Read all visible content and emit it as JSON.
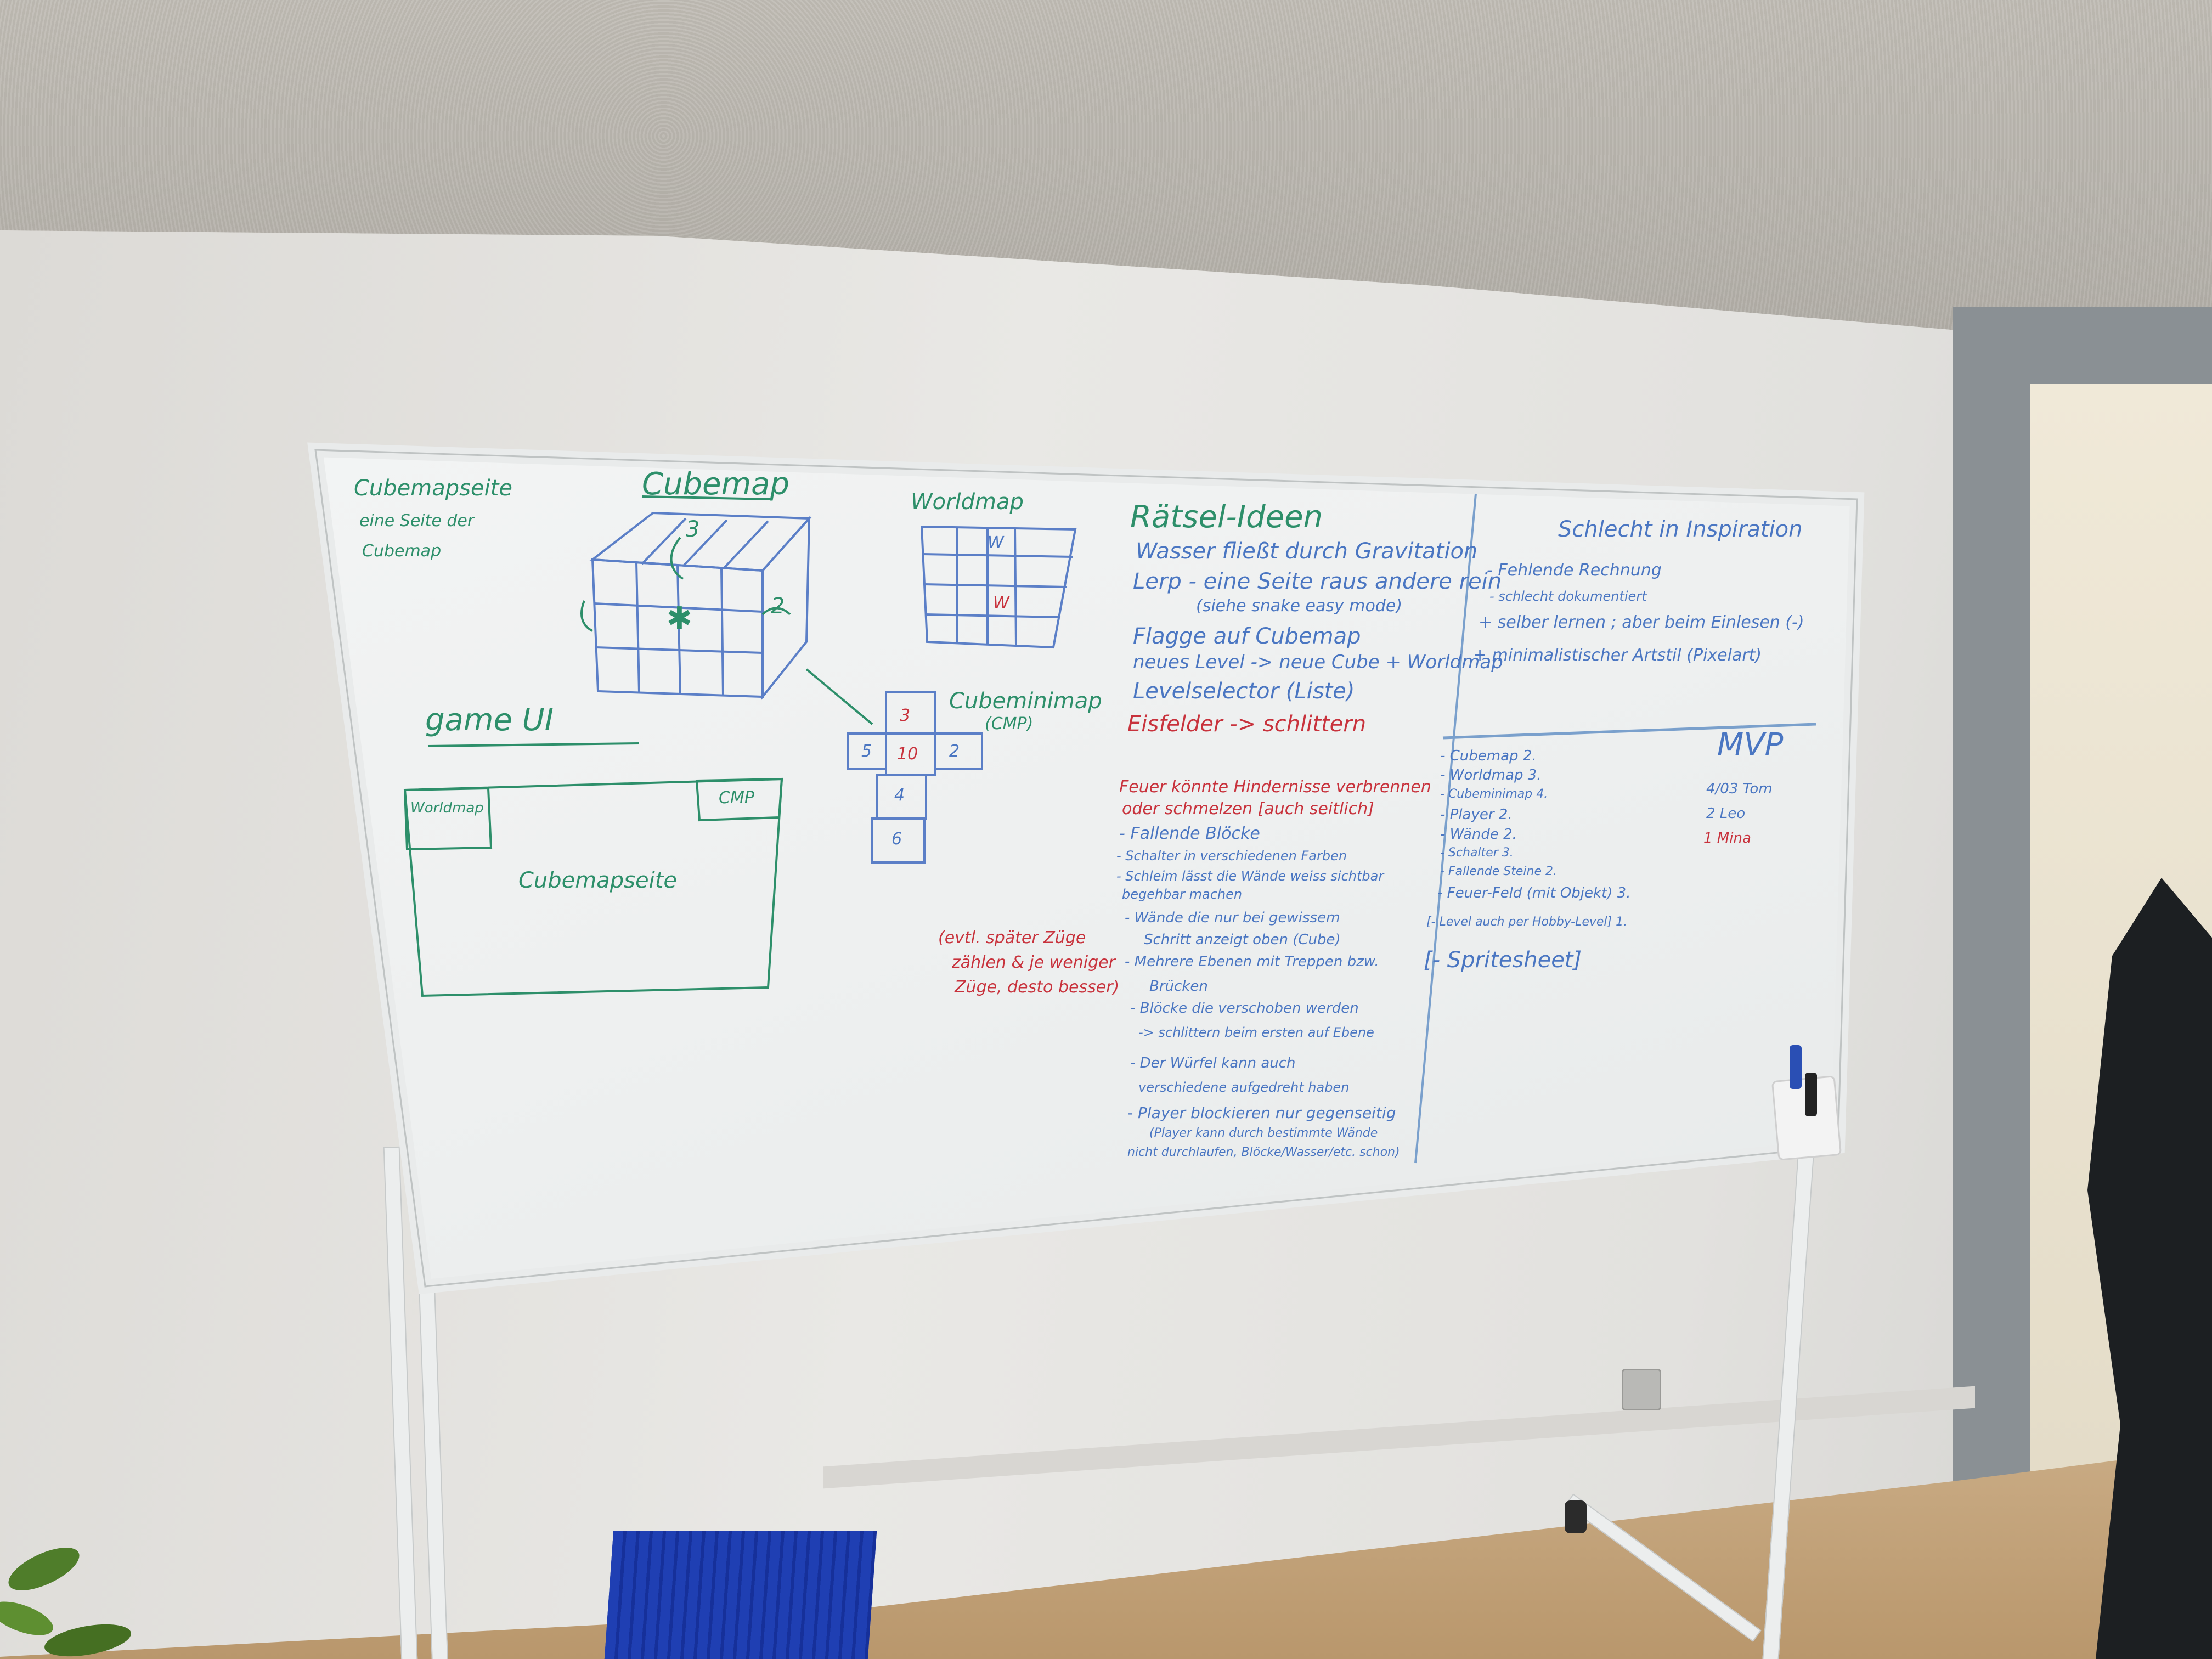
{
  "board": {
    "cubemapseite_title": "Cubemapseite",
    "cubemapseite_desc1": "eine Seite der",
    "cubemapseite_desc2": "Cubemap",
    "cubemap_title": "Cubemap",
    "cubemap_num_3": "3",
    "cubemap_num_2": "2",
    "worldmap_title": "Worldmap",
    "worldmap_cell_w": "W",
    "worldmap_cell_w2": "W",
    "cubeminimap_label1": "Cubeminimap",
    "cubeminimap_label2": "(CMP)",
    "minimap_cells": [
      "3",
      "5",
      "10",
      "2",
      "4",
      "6"
    ],
    "game_ui_title": "game UI",
    "ui_worldmap": "Worldmap",
    "ui_cmp": "CMP",
    "ui_cubemapseite": "Cubemapseite",
    "note_red": [
      "(evtl. später Züge",
      "zählen & je weniger",
      "Züge, desto besser)"
    ],
    "raetsel_title": "Rätsel-Ideen",
    "raetsel_items": [
      "Wasser fließt durch Gravitation",
      "Lerp - eine Seite raus andere rein",
      "(siehe snake easy mode)",
      "Flagge auf Cubemap",
      "neues Level -> neue Cube + Worldmap",
      "Levelselector (Liste)"
    ],
    "raetsel_red": "Eisfelder -> schlittern",
    "feuer_line1": "Feuer könnte Hindernisse verbrennen",
    "feuer_line2": "oder schmelzen [auch seitlich]",
    "blue_list": [
      "- Fallende Blöcke",
      "- Schalter in verschiedenen Farben",
      "- Schleim lässt die Wände weiss sichtbar",
      "  begehbar machen",
      "- Wände die nur bei gewissem",
      "  Schritt anzeigt oben (Cube)",
      "- Mehrere Ebenen mit Treppen bzw.",
      "  Brücken",
      "- Blöcke die verschoben werden",
      "  -> schlittern beim ersten auf Ebene",
      "- Der Würfel kann auch",
      "  verschiedene aufgedreht haben",
      "- Player blockieren nur gegenseitig",
      "  (Player kann durch bestimmte Wände",
      "nicht durchlaufen, Blöcke/Wasser/etc. schon)"
    ],
    "schlecht_title": "Schlecht in Inspiration",
    "schlecht_items": [
      "- Fehlende Rechnung",
      "- schlecht dokumentiert",
      "+ selber lernen ; aber  beim Einlesen (-)",
      "+ minimalistischer  Artstil  (Pixelart)"
    ],
    "mvp_title": "MVP",
    "mvp_items": [
      "- Cubemap 2.",
      "- Worldmap 3.",
      "- Cubeminimap 4.",
      "- Player 2.",
      "- Wände 2.",
      "- Schalter 3.",
      "- Fallende Steine 2.",
      "- Feuer-Feld (mit Objekt) 3.",
      "[- Level auch per Hobby-Level] 1.",
      "[- Spritesheet]"
    ],
    "mvp_names": [
      "4/03 Tom",
      "2 Leo",
      "1 Mina"
    ]
  },
  "colors": {
    "green_marker": "#2d8f6a",
    "blue_marker": "#4a76c2",
    "red_marker": "#c8323c",
    "board_white": "#f3f4f4",
    "wall": "#e4e3e0",
    "basket_blue": "#1f3fb3"
  }
}
